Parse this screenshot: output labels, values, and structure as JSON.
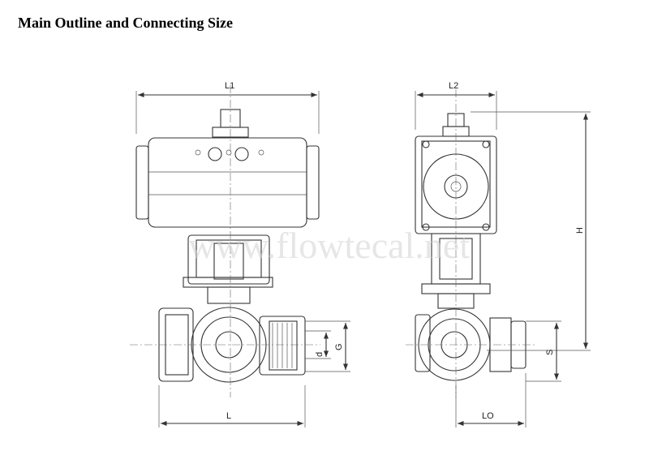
{
  "title": "Main Outline and Connecting Size",
  "watermark": "www.flowtecal.net",
  "labels": {
    "L1": "L1",
    "L2": "L2",
    "L": "L",
    "LO": "LO",
    "H": "H",
    "d": "d",
    "G": "G",
    "S": "S"
  }
}
